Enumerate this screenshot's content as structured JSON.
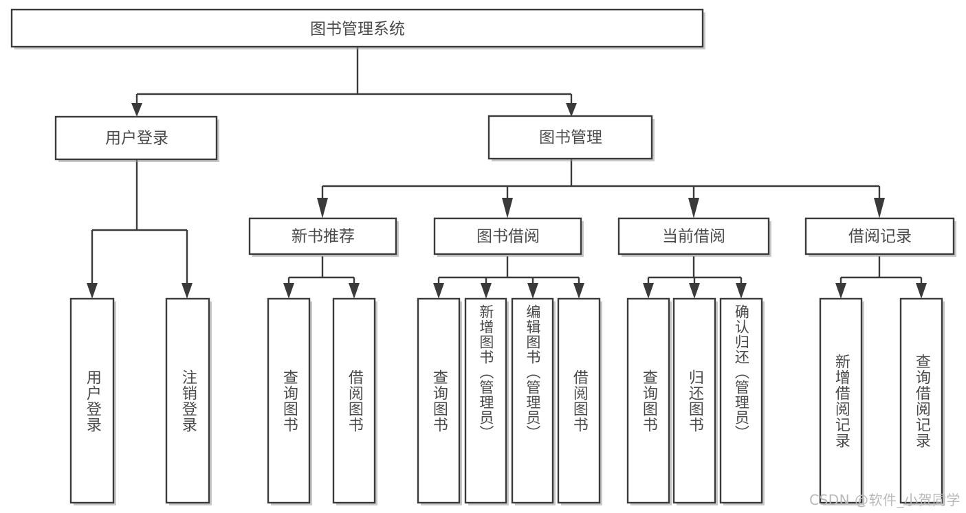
{
  "diagram": {
    "type": "tree",
    "title": "图书管理系统",
    "watermark": "CSDN @软件_小贺同学",
    "colors": {
      "box_stroke": "#3a3a3a",
      "box_fill": "#ffffff",
      "text": "#4a4a4a",
      "connector": "#3a3a3a",
      "watermark": "#b9b9b9",
      "background": "#ffffff"
    },
    "levels": {
      "root": "图书管理系统",
      "level2": [
        "用户登录",
        "图书管理"
      ],
      "level3": [
        "新书推荐",
        "图书借阅",
        "当前借阅",
        "借阅记录"
      ]
    },
    "nodes": {
      "root": {
        "label": "图书管理系统"
      },
      "user_login": {
        "label": "用户登录"
      },
      "book_mgmt": {
        "label": "图书管理"
      },
      "new_book_rec": {
        "label": "新书推荐"
      },
      "book_borrow": {
        "label": "图书借阅"
      },
      "current_borrow": {
        "label": "当前借阅"
      },
      "borrow_record": {
        "label": "借阅记录"
      }
    },
    "leaves": {
      "user_login": [
        "用户登录",
        "注销登录"
      ],
      "new_book_rec": [
        "查询图书",
        "借阅图书"
      ],
      "book_borrow": [
        "查询图书",
        "新增图书（管理员）",
        "编辑图书（管理员）",
        "借阅图书"
      ],
      "current_borrow": [
        "查询图书",
        "归还图书",
        "确认归还（管理员）"
      ],
      "borrow_record": [
        "新增借阅记录",
        "查询借阅记录"
      ]
    }
  }
}
